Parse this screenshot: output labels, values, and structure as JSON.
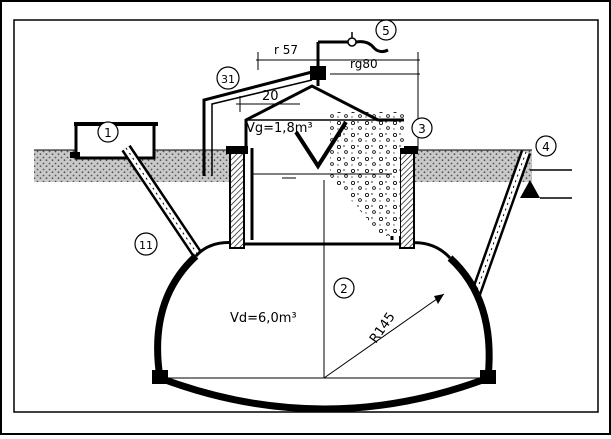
{
  "labels": {
    "l1": "1",
    "l2": "2",
    "l3": "3",
    "l4": "4",
    "l5": "5",
    "l11": "11",
    "l31": "31",
    "r57": "r 57",
    "rg80": "rg80",
    "dim20": "20",
    "vg": "Vg=1,8m³",
    "vd": "Vd=6,0m³",
    "r145": "R145"
  },
  "colors": {
    "ink": "#000000",
    "paper": "#ffffff",
    "soil": "#bdbdbd"
  }
}
